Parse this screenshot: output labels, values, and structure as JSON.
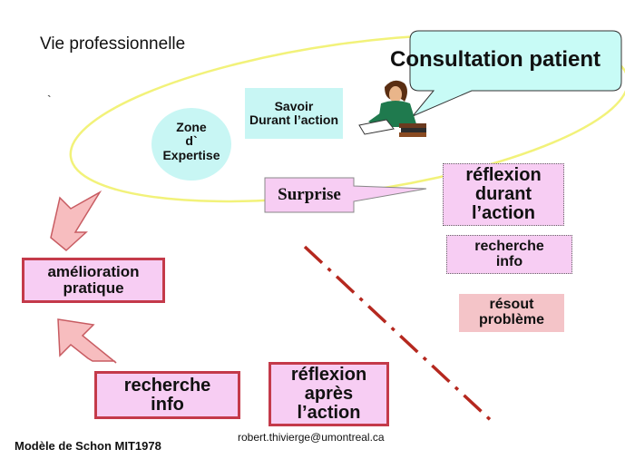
{
  "title": "Vie professionnelle",
  "tick_mark": "`",
  "consultation_label": "Consultation patient",
  "zone_label": "Zone\nd`\nExpertise",
  "savoir_label": "Savoir\nDurant l’action",
  "surprise_label": "Surprise",
  "reflexion_durant": "réflexion\ndurant\nl’action",
  "recherche_info_right": "recherche\ninfo",
  "resout_probleme": "résout\nproblème",
  "amelioration": "amélioration\npratique",
  "recherche_info_bottom": "recherche\ninfo",
  "reflexion_apres": "réflexion\naprès\nl’action",
  "footer": "Modèle de Schon MIT1978",
  "email": "robert.thivierge@umontreal.ca",
  "colors": {
    "ellipse": "#f2f27a",
    "bubble": "#c8fbf6",
    "savoir_box": "#c8f6f4",
    "pink": "#f7cdf3",
    "red_border": "#c43a4a",
    "dashdot_line": "#b5281f",
    "arrow_fill": "#f7bdbf"
  },
  "icons": [
    "person-writing-icon"
  ]
}
